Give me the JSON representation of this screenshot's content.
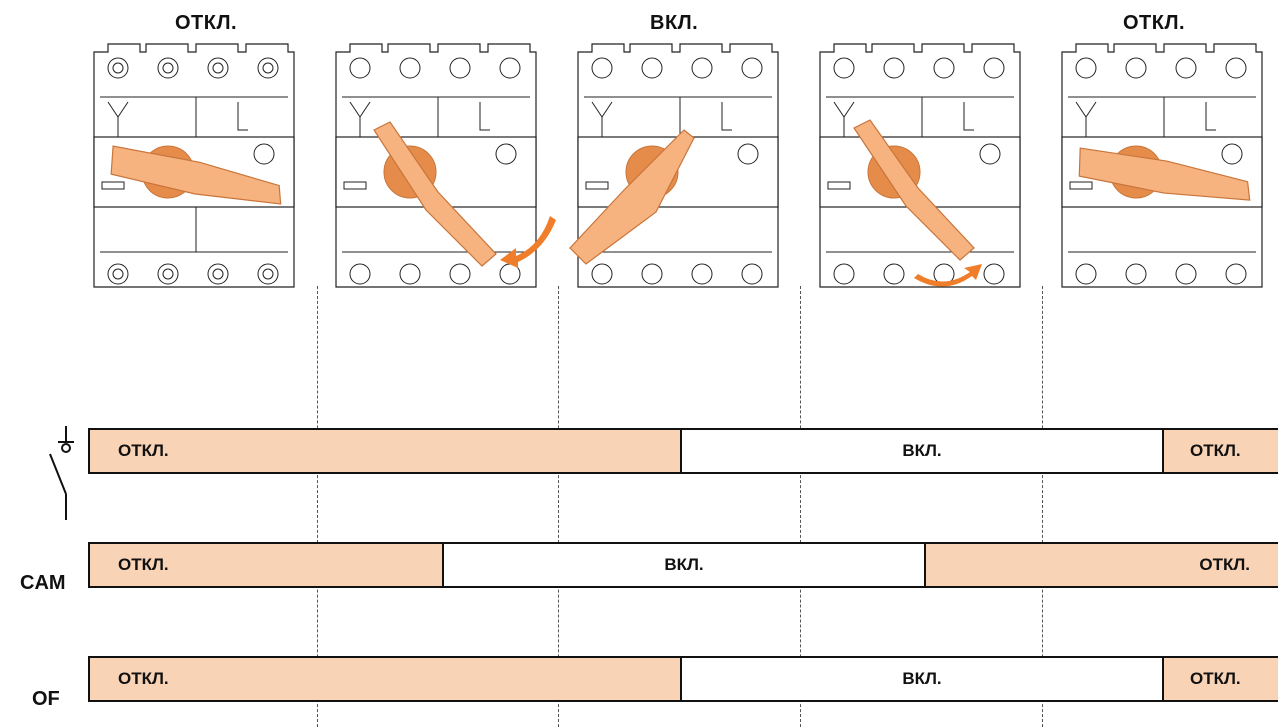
{
  "states": {
    "off_left": "ОТКЛ.",
    "on_center": "ВКЛ.",
    "off_right": "ОТКЛ."
  },
  "rows": {
    "main": {
      "seg1": "ОТКЛ.",
      "seg2": "ВКЛ.",
      "seg3": "ОТКЛ."
    },
    "cam": {
      "label": "CAM",
      "seg1": "ОТКЛ.",
      "seg2": "ВКЛ.",
      "seg3": "ОТКЛ."
    },
    "of": {
      "label": "OF",
      "seg1": "ОТКЛ.",
      "seg2": "ВКЛ.",
      "seg3": "ОТКЛ."
    }
  },
  "colors": {
    "off_fill": "#f9d3b6",
    "handle": "#f6b27f",
    "arrow": "#ef7d2a"
  }
}
